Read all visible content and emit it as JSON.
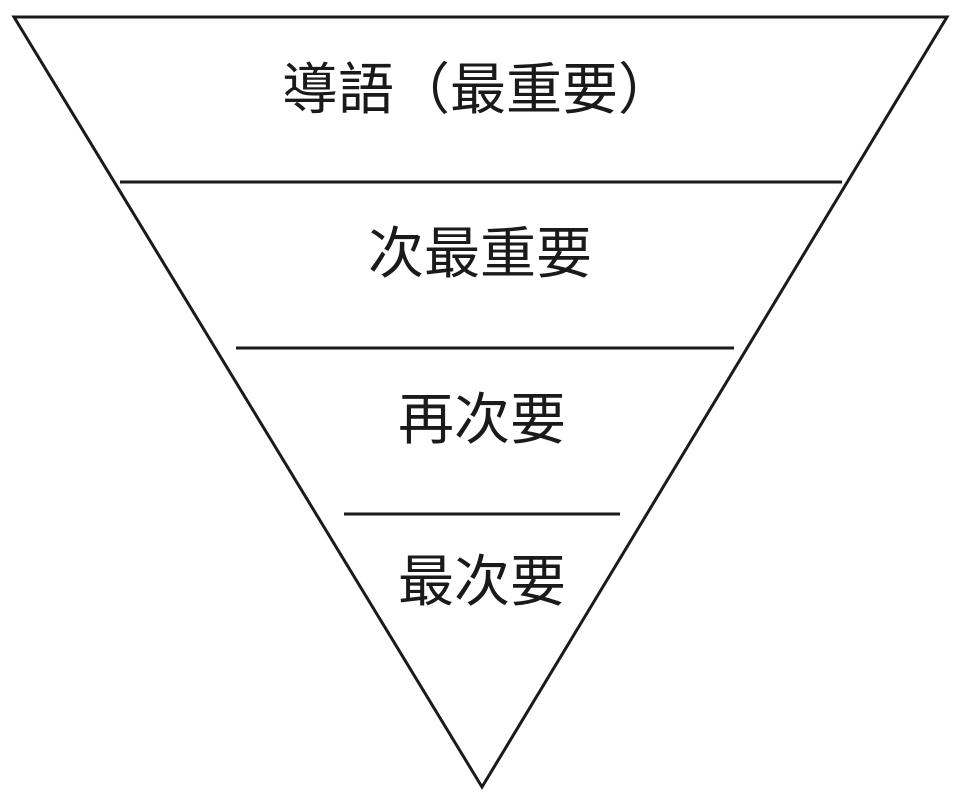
{
  "diagram": {
    "type": "inverted-pyramid",
    "levels": [
      {
        "label": "導語（最重要）"
      },
      {
        "label": "次最重要"
      },
      {
        "label": "再次要"
      },
      {
        "label": "最次要"
      }
    ]
  }
}
